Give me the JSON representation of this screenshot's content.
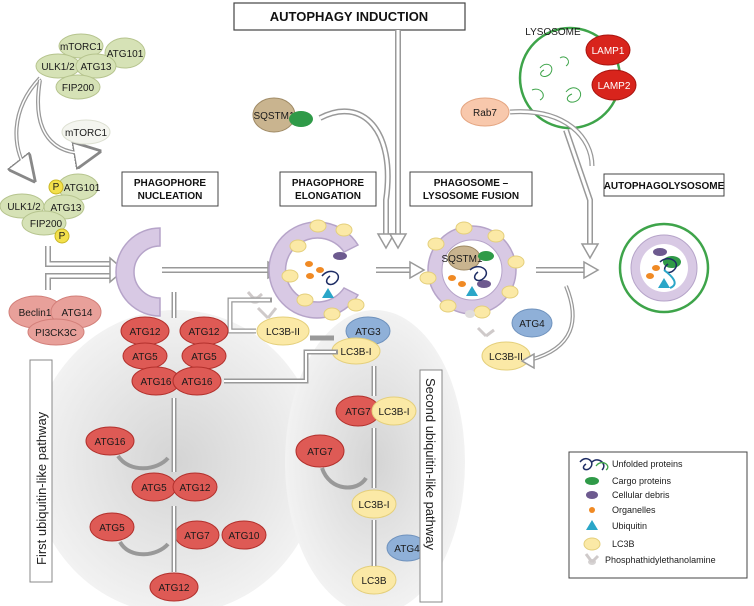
{
  "title": "AUTOPHAGY INDUCTION",
  "stages": {
    "nucleation": [
      "PHAGOPHORE",
      "NUCLEATION"
    ],
    "elongation": [
      "PHAGOPHORE",
      "ELONGATION"
    ],
    "fusion": [
      "PHAGOSOME –",
      "LYSOSOME FUSION"
    ],
    "autolysosome": "AUTOPHAGOLYSOSOME"
  },
  "pathway_labels": {
    "first": "First ubiquitin-like pathway",
    "second": "Second ubiquitin-like pathway"
  },
  "labels": {
    "lysosome": "LYSOSOME",
    "lamp1": "LAMP1",
    "lamp2": "LAMP2",
    "rab7": "Rab7",
    "sqstm1": "SQSTM1",
    "sqstm1_inner": "SQSTM1",
    "mtorc1": "mTORC1",
    "atg101": "ATG101",
    "ulk": "ULK1/2",
    "atg13": "ATG13",
    "fip200": "FIP200",
    "p": "P",
    "beclin1": "Beclin1",
    "atg14": "ATG14",
    "pi3kc3c": "PI3CK3C",
    "atg12": "ATG12",
    "atg5": "ATG5",
    "atg16": "ATG16",
    "atg7": "ATG7",
    "atg10": "ATG10",
    "atg3": "ATG3",
    "atg4": "ATG4",
    "lc3b": "LC3B",
    "lc3b_i": "LC3B-I",
    "lc3b_ii": "LC3B-II"
  },
  "legend": [
    {
      "icon": "unfolded-proteins-icon",
      "label": "Unfolded proteins"
    },
    {
      "icon": "cargo-proteins-icon",
      "label": "Cargo proteins"
    },
    {
      "icon": "cellular-debris-icon",
      "label": "Cellular debris"
    },
    {
      "icon": "organelles-icon",
      "label": "Organelles"
    },
    {
      "icon": "ubiquitin-icon",
      "label": "Ubiquitin"
    },
    {
      "icon": "lc3b-icon",
      "label": "LC3B"
    },
    {
      "icon": "phosphatidylethanolamine-icon",
      "label": "Phosphathidylethanolamine"
    }
  ],
  "colors": {
    "green_complex": "#d6e2b6",
    "red_atg": "#de5a55",
    "pink": "#e8a09a",
    "yellow": "#fbe9a6",
    "blue": "#8fb0d8",
    "purple_membrane": "#c9b8d8",
    "lysosome_green": "#3ea44a",
    "lamp_red": "#d8241c"
  }
}
